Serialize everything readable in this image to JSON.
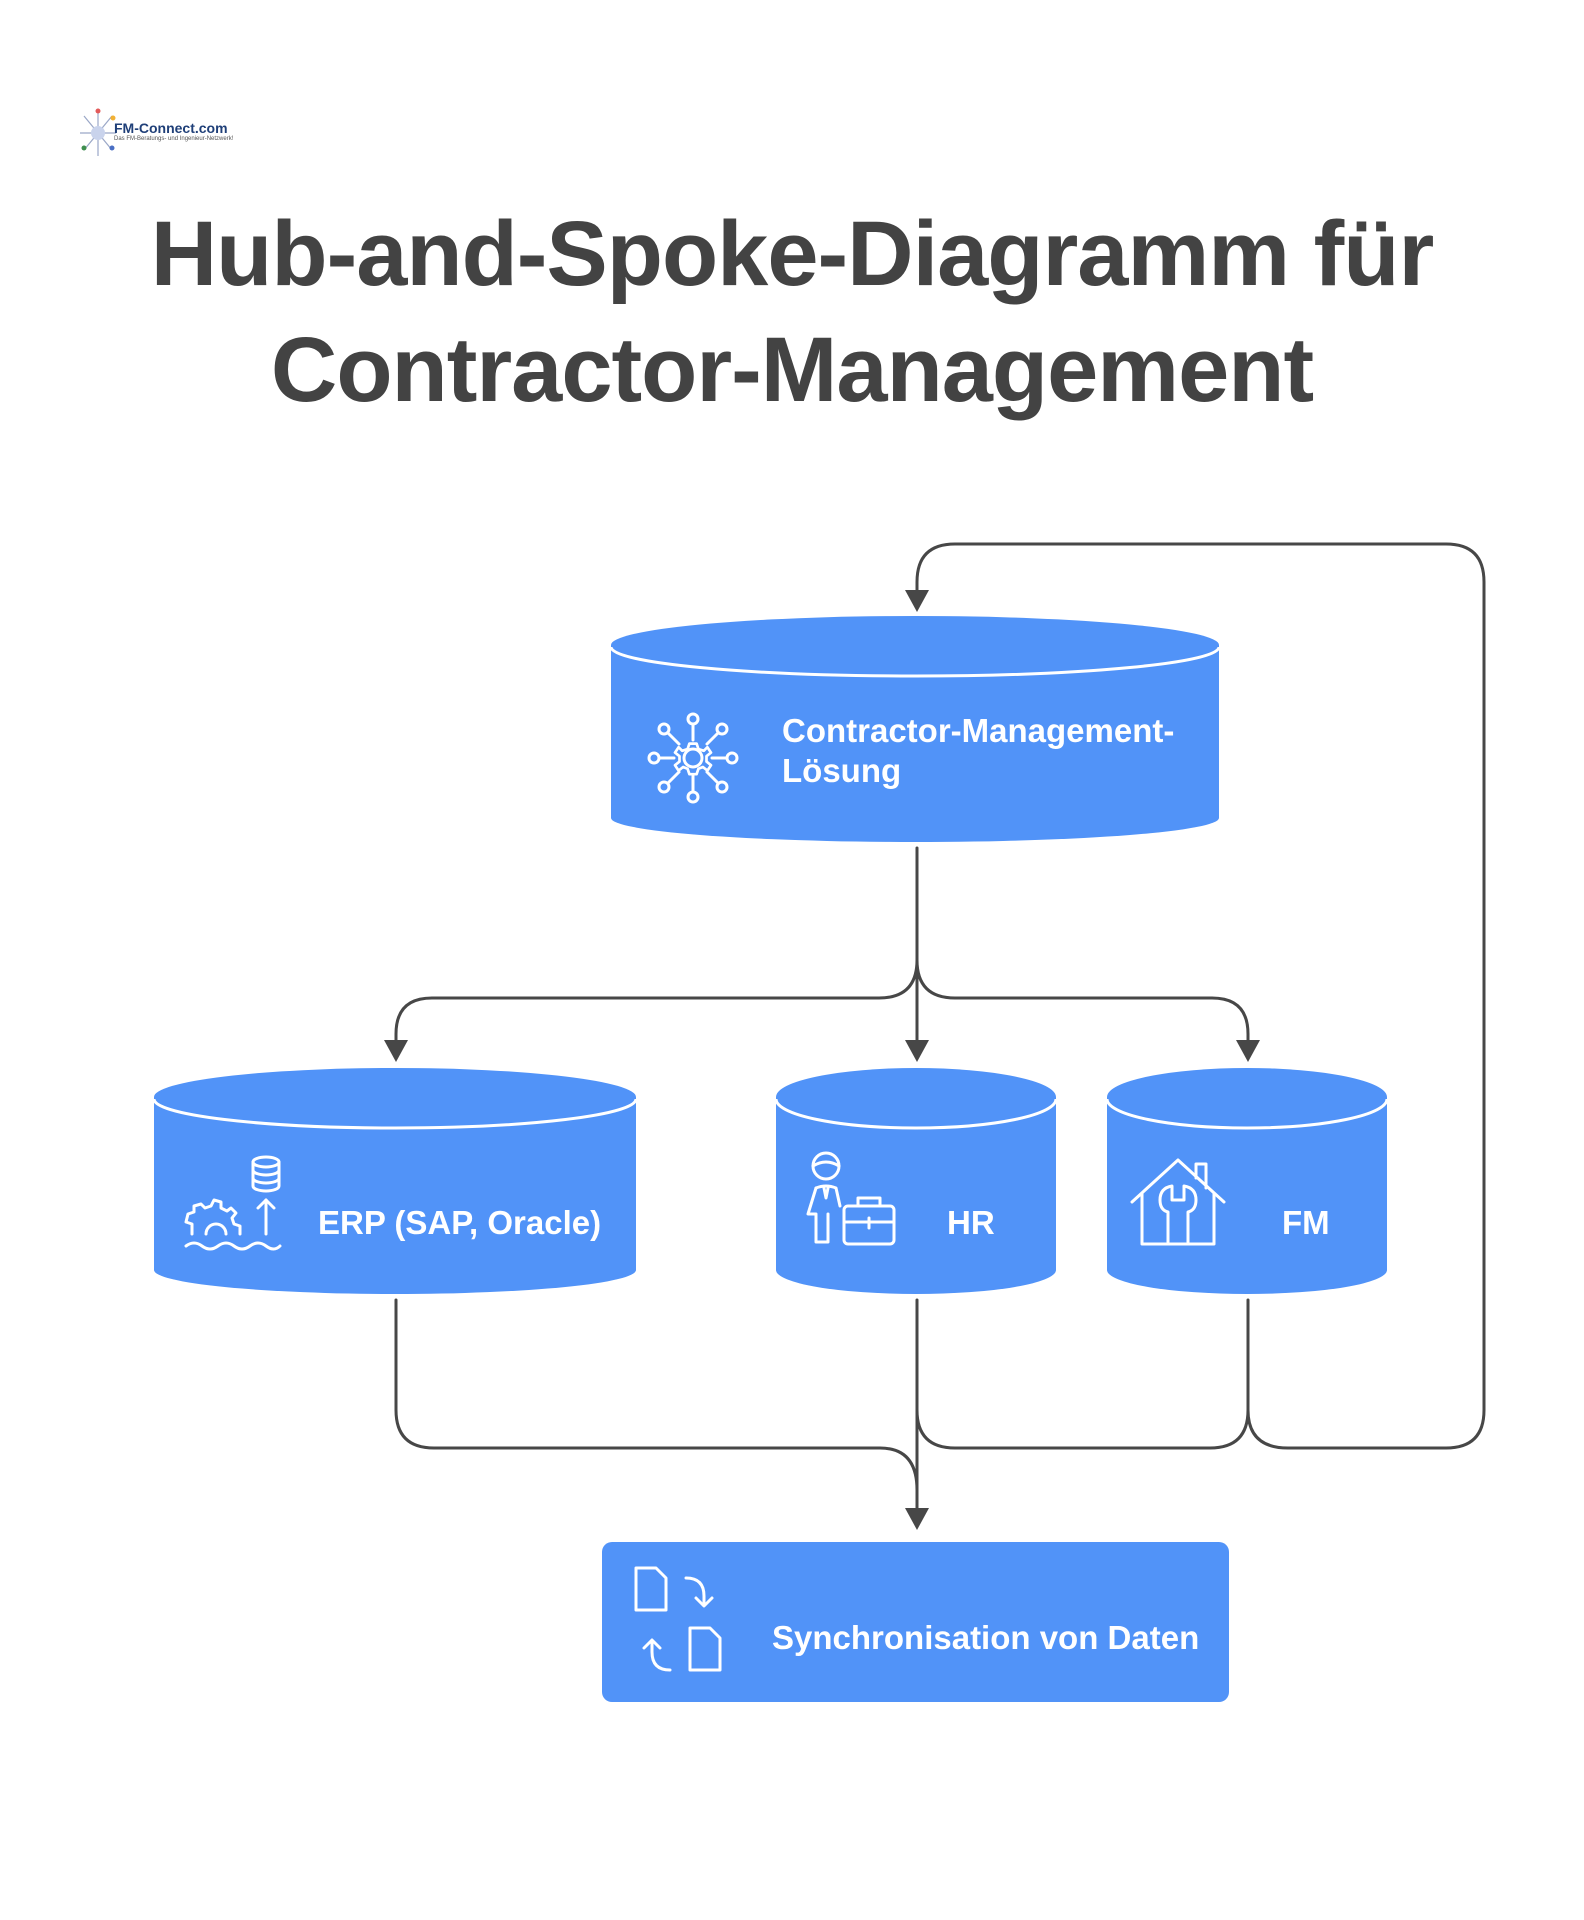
{
  "logo": {
    "text": "FM-Connect.com",
    "subtitle": "Das FM-Beratungs- und Ingenieur-Netzwerk!"
  },
  "title": {
    "line1": "Hub-and-Spoke-Diagramm für",
    "line2": "Contractor-Management"
  },
  "nodes": {
    "hub": {
      "label_line1": "Contractor-Management-",
      "label_line2": "Lösung",
      "icon": "network-hub-icon"
    },
    "erp": {
      "label": "ERP (SAP, Oracle)",
      "icon": "database-gear-icon"
    },
    "hr": {
      "label": "HR",
      "icon": "person-briefcase-icon"
    },
    "fm": {
      "label": "FM",
      "icon": "house-wrench-icon"
    },
    "sync": {
      "label": "Synchronisation von Daten",
      "icon": "document-sync-icon"
    }
  },
  "colors": {
    "node_fill": "#5193f8",
    "connector": "#474747",
    "title": "#434343"
  }
}
